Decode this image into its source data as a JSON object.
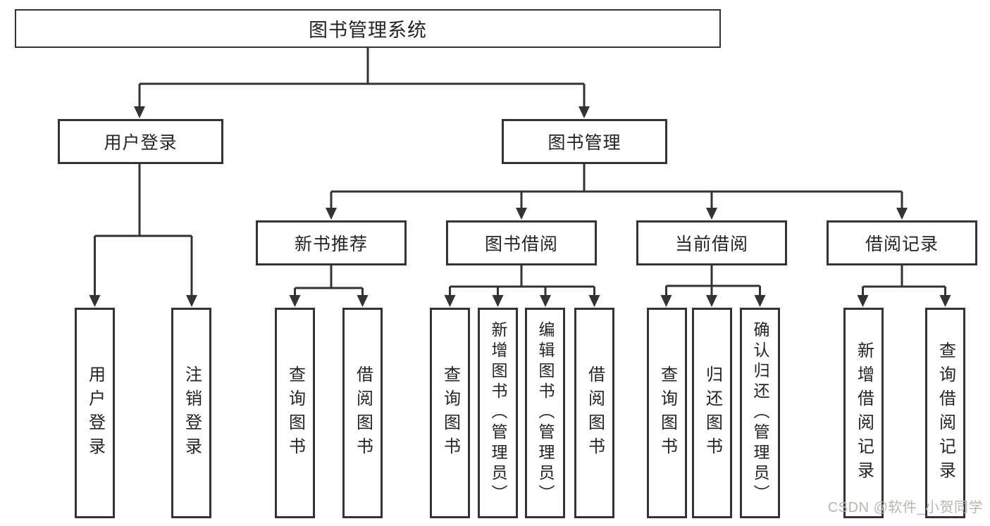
{
  "tree": {
    "root": {
      "label": "图书管理系统",
      "children": [
        {
          "label": "用户登录",
          "children": [
            {
              "label": "用户登录"
            },
            {
              "label": "注销登录"
            }
          ]
        },
        {
          "label": "图书管理",
          "children": [
            {
              "label": "新书推荐",
              "children": [
                {
                  "label": "查询图书"
                },
                {
                  "label": "借阅图书"
                }
              ]
            },
            {
              "label": "图书借阅",
              "children": [
                {
                  "label": "查询图书"
                },
                {
                  "label": "新增图书（管理员）"
                },
                {
                  "label": "编辑图书（管理员）"
                },
                {
                  "label": "借阅图书"
                }
              ]
            },
            {
              "label": "当前借阅",
              "children": [
                {
                  "label": "查询图书"
                },
                {
                  "label": "归还图书"
                },
                {
                  "label": "确认归还（管理员）"
                }
              ]
            },
            {
              "label": "借阅记录",
              "children": [
                {
                  "label": "新增借阅记录"
                },
                {
                  "label": "查询借阅记录"
                }
              ]
            }
          ]
        }
      ]
    }
  },
  "watermark": "CSDN @软件_小贺同学",
  "colors": {
    "line": "#333333",
    "border": "#333333",
    "text": "#242424",
    "watermark": "#b9b5b1",
    "background": "#ffffff"
  }
}
